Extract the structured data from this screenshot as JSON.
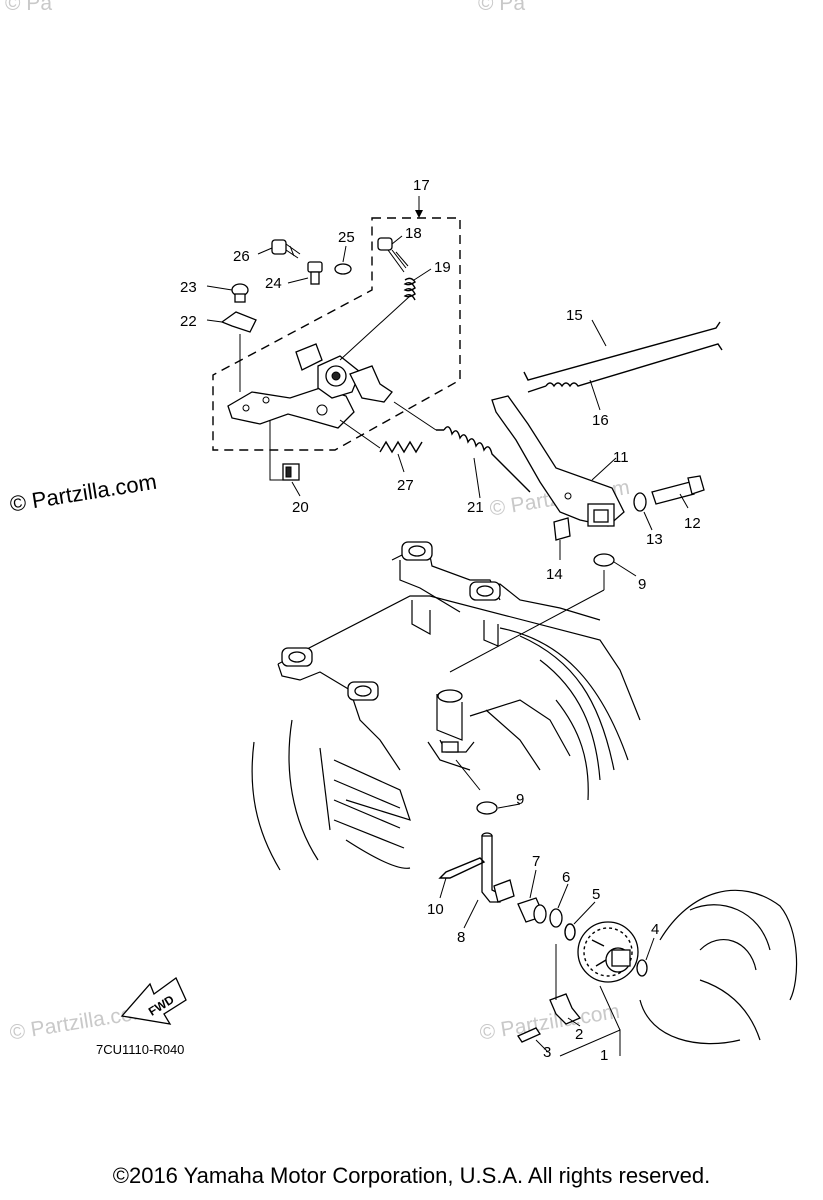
{
  "watermarks": {
    "left": "© Partzilla.com",
    "bottom_left": "© Partzilla.com",
    "middle": "© Partzilla.com",
    "bottom_middle": "© Partzilla.com",
    "top_left": "© Pa",
    "top_middle": "© Pa"
  },
  "fwd_label": "FWD",
  "reference_code": "7CU1110-R040",
  "copyright": "©2016  Yamaha Motor Corporation, U.S.A. All rights reserved.",
  "callouts": {
    "c1": "1",
    "c2": "2",
    "c3": "3",
    "c4": "4",
    "c5": "5",
    "c6": "6",
    "c7": "7",
    "c8": "8",
    "c9a": "9",
    "c9b": "9",
    "c10": "10",
    "c11": "11",
    "c12": "12",
    "c13": "13",
    "c14": "14",
    "c15": "15",
    "c16": "16",
    "c17": "17",
    "c18": "18",
    "c19": "19",
    "c20": "20",
    "c21": "21",
    "c22": "22",
    "c23": "23",
    "c24": "24",
    "c25": "25",
    "c26": "26",
    "c27": "27"
  }
}
